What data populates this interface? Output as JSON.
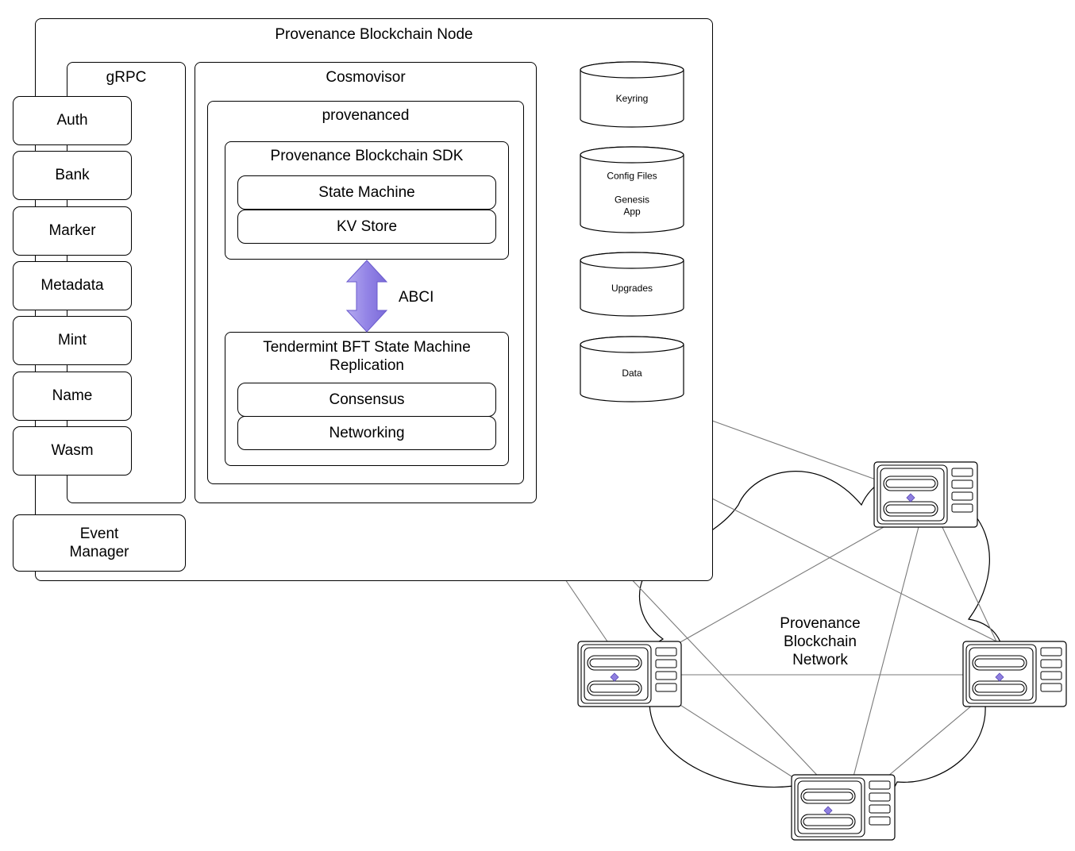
{
  "node": {
    "title": "Provenance Blockchain Node",
    "grpc": {
      "title": "gRPC",
      "modules": [
        "Auth",
        "Bank",
        "Marker",
        "Metadata",
        "Mint",
        "Name",
        "Wasm"
      ]
    },
    "cosmovisor": {
      "title": "Cosmovisor",
      "provenanced": {
        "title": "provenanced",
        "sdk": {
          "title": "Provenance Blockchain SDK",
          "items": [
            "State Machine",
            "KV Store"
          ]
        },
        "abci_label": "ABCI",
        "tendermint": {
          "title_line1": "Tendermint BFT State Machine",
          "title_line2": "Replication",
          "items": [
            "Consensus",
            "Networking"
          ]
        }
      }
    },
    "event_manager": {
      "line1": "Event",
      "line2": "Manager"
    },
    "storage": [
      {
        "lines": [
          "Keyring"
        ]
      },
      {
        "lines": [
          "Config Files",
          "",
          "Genesis",
          "App"
        ]
      },
      {
        "lines": [
          "Upgrades"
        ]
      },
      {
        "lines": [
          "Data"
        ]
      }
    ]
  },
  "network": {
    "label_lines": [
      "Provenance",
      "Blockchain",
      "Network"
    ],
    "server_icon": "server-rack-icon",
    "node_count": 4
  },
  "colors": {
    "arrow_fill": "#9b8fe3",
    "arrow_stroke": "#6a5acd",
    "line": "#7a7a7a",
    "diamond": "#8f7fe0"
  }
}
